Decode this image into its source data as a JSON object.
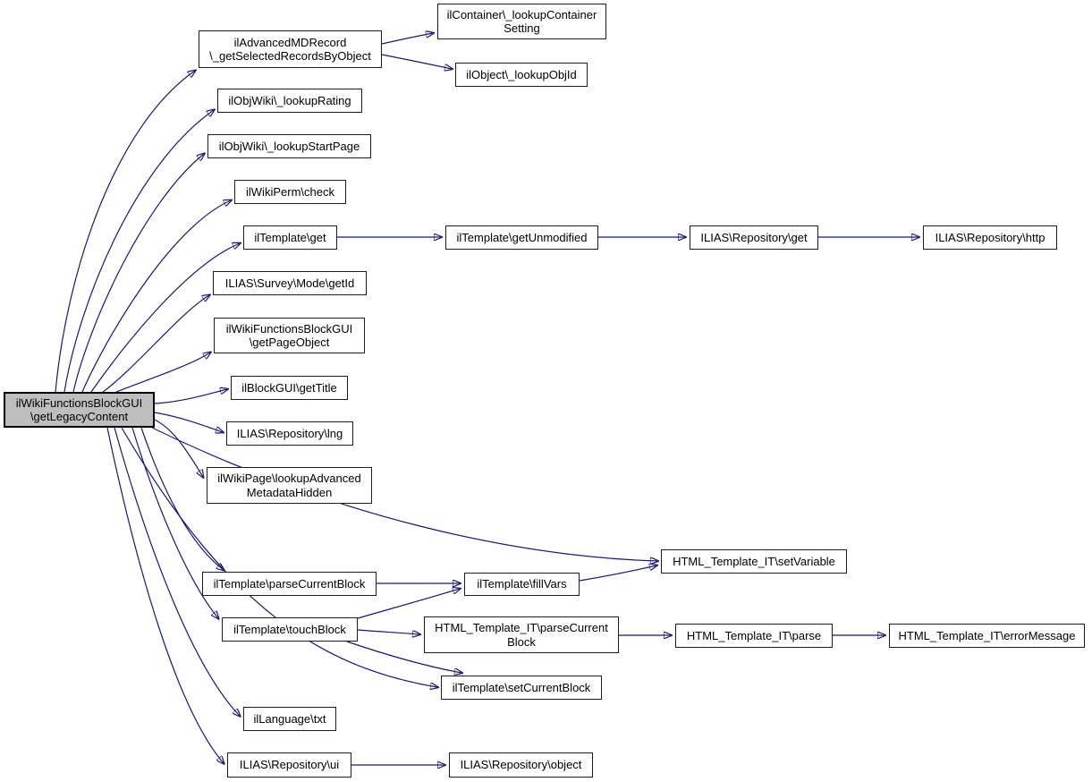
{
  "graph": {
    "kind": "call-graph",
    "colors": {
      "background": "#ffffff",
      "edge": "#191970",
      "node_border": "#1c1c1c",
      "node_fill": "#ffffff",
      "root_fill": "#bebebe"
    },
    "nodes": {
      "root": {
        "label": "ilWikiFunctionsBlockGUI\n\\getLegacyContent"
      },
      "adv_md_record": {
        "label": "ilAdvancedMDRecord\n\\_getSelectedRecordsByObject"
      },
      "container_lookup": {
        "label": "ilContainer\\_lookupContainer\nSetting"
      },
      "object_lookup_objid": {
        "label": "ilObject\\_lookupObjId"
      },
      "wiki_lookup_rating": {
        "label": "ilObjWiki\\_lookupRating"
      },
      "wiki_lookup_startpage": {
        "label": "ilObjWiki\\_lookupStartPage"
      },
      "wiki_perm_check": {
        "label": "ilWikiPerm\\check"
      },
      "tpl_get": {
        "label": "ilTemplate\\get"
      },
      "tpl_get_unmodified": {
        "label": "ilTemplate\\getUnmodified"
      },
      "repo_get": {
        "label": "ILIAS\\Repository\\get"
      },
      "repo_http": {
        "label": "ILIAS\\Repository\\http"
      },
      "survey_mode_getid": {
        "label": "ILIAS\\Survey\\Mode\\getId"
      },
      "get_page_object": {
        "label": "ilWikiFunctionsBlockGUI\n\\getPageObject"
      },
      "block_gui_get_title": {
        "label": "ilBlockGUI\\getTitle"
      },
      "repo_lng": {
        "label": "ILIAS\\Repository\\lng"
      },
      "wiki_page_lookup_adv": {
        "label": "ilWikiPage\\lookupAdvanced\nMetadataHidden"
      },
      "ht_set_variable": {
        "label": "HTML_Template_IT\\setVariable"
      },
      "tpl_parse_current_block": {
        "label": "ilTemplate\\parseCurrentBlock"
      },
      "tpl_fill_vars": {
        "label": "ilTemplate\\fillVars"
      },
      "tpl_touch_block": {
        "label": "ilTemplate\\touchBlock"
      },
      "ht_parse_current_block": {
        "label": "HTML_Template_IT\\parseCurrent\nBlock"
      },
      "ht_parse": {
        "label": "HTML_Template_IT\\parse"
      },
      "ht_error_message": {
        "label": "HTML_Template_IT\\errorMessage"
      },
      "tpl_set_current_block": {
        "label": "ilTemplate\\setCurrentBlock"
      },
      "lang_txt": {
        "label": "ilLanguage\\txt"
      },
      "repo_ui": {
        "label": "ILIAS\\Repository\\ui"
      },
      "repo_object": {
        "label": "ILIAS\\Repository\\object"
      }
    },
    "edges": [
      {
        "from": "root",
        "to": "adv_md_record"
      },
      {
        "from": "root",
        "to": "wiki_lookup_rating"
      },
      {
        "from": "root",
        "to": "wiki_lookup_startpage"
      },
      {
        "from": "root",
        "to": "wiki_perm_check"
      },
      {
        "from": "root",
        "to": "tpl_get"
      },
      {
        "from": "root",
        "to": "survey_mode_getid"
      },
      {
        "from": "root",
        "to": "get_page_object"
      },
      {
        "from": "root",
        "to": "block_gui_get_title"
      },
      {
        "from": "root",
        "to": "repo_lng"
      },
      {
        "from": "root",
        "to": "wiki_page_lookup_adv"
      },
      {
        "from": "root",
        "to": "ht_set_variable"
      },
      {
        "from": "root",
        "to": "tpl_parse_current_block"
      },
      {
        "from": "root",
        "to": "tpl_touch_block"
      },
      {
        "from": "root",
        "to": "tpl_set_current_block"
      },
      {
        "from": "root",
        "to": "lang_txt"
      },
      {
        "from": "root",
        "to": "repo_ui"
      },
      {
        "from": "adv_md_record",
        "to": "container_lookup"
      },
      {
        "from": "adv_md_record",
        "to": "object_lookup_objid"
      },
      {
        "from": "tpl_get",
        "to": "tpl_get_unmodified"
      },
      {
        "from": "tpl_get_unmodified",
        "to": "repo_get"
      },
      {
        "from": "repo_get",
        "to": "repo_http"
      },
      {
        "from": "tpl_parse_current_block",
        "to": "tpl_fill_vars"
      },
      {
        "from": "tpl_fill_vars",
        "to": "ht_set_variable"
      },
      {
        "from": "tpl_touch_block",
        "to": "tpl_fill_vars"
      },
      {
        "from": "tpl_touch_block",
        "to": "ht_parse_current_block"
      },
      {
        "from": "tpl_touch_block",
        "to": "tpl_set_current_block"
      },
      {
        "from": "ht_parse_current_block",
        "to": "ht_parse"
      },
      {
        "from": "ht_parse",
        "to": "ht_error_message"
      },
      {
        "from": "repo_ui",
        "to": "repo_object"
      }
    ]
  }
}
